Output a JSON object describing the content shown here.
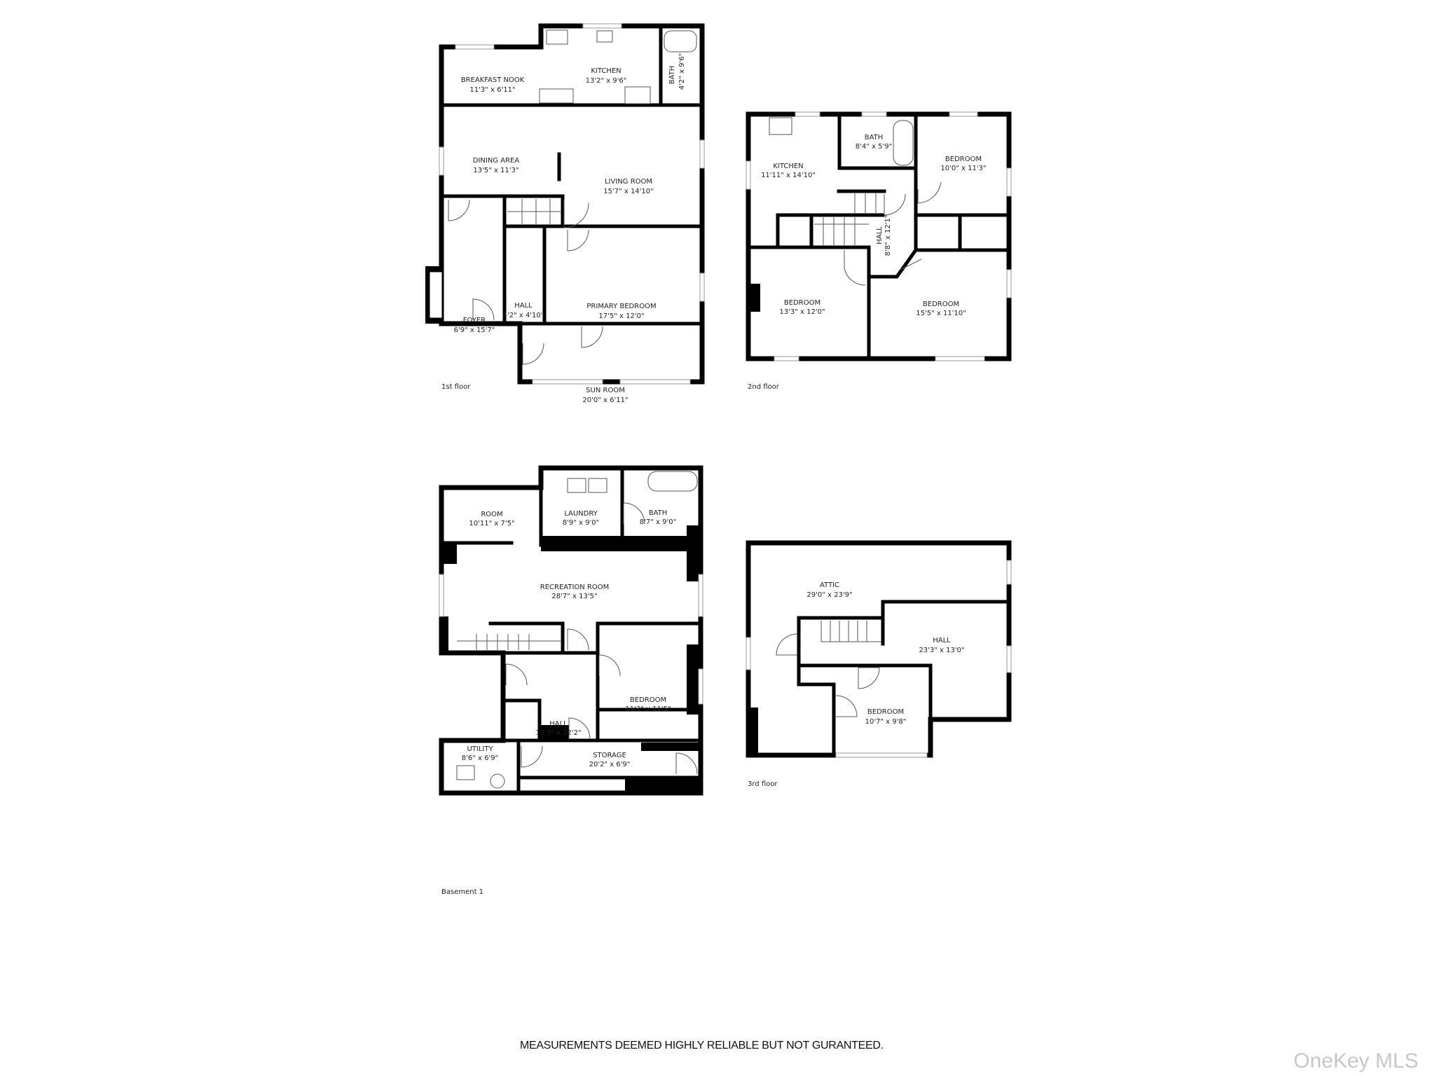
{
  "floors": [
    {
      "label": "1st floor",
      "rooms": [
        {
          "name": "BREAKFAST NOOK",
          "dims": "11'3\" x 6'11\""
        },
        {
          "name": "KITCHEN",
          "dims": "13'2\" x 9'6\""
        },
        {
          "name": "BATH",
          "dims": "4'2\" x 9'6\""
        },
        {
          "name": "DINING AREA",
          "dims": "13'5\" x 11'3\""
        },
        {
          "name": "LIVING ROOM",
          "dims": "15'7\" x 14'10\""
        },
        {
          "name": "FOYER",
          "dims": "6'9\" x 15'7\""
        },
        {
          "name": "HALL",
          "dims": "4'2\" x 4'10\""
        },
        {
          "name": "PRIMARY BEDROOM",
          "dims": "17'5\" x 12'0\""
        },
        {
          "name": "SUN ROOM",
          "dims": "20'0\" x 6'11\""
        }
      ]
    },
    {
      "label": "2nd floor",
      "rooms": [
        {
          "name": "KITCHEN",
          "dims": "11'11\" x 14'10\""
        },
        {
          "name": "BATH",
          "dims": "8'4\" x 5'9\""
        },
        {
          "name": "BEDROOM",
          "dims": "10'0\" x 11'3\""
        },
        {
          "name": "HALL",
          "dims": "8'8\" x 12'1\""
        },
        {
          "name": "BEDROOM",
          "dims": "13'3\" x 12'0\""
        },
        {
          "name": "BEDROOM",
          "dims": "15'5\" x 11'10\""
        }
      ]
    },
    {
      "label": "Basement 1",
      "rooms": [
        {
          "name": "ROOM",
          "dims": "10'11\" x 7'5\""
        },
        {
          "name": "LAUNDRY",
          "dims": "8'9\" x 9'0\""
        },
        {
          "name": "BATH",
          "dims": "8'7\" x 9'0\""
        },
        {
          "name": "RECREATION ROOM",
          "dims": "28'7\" x 13'5\""
        },
        {
          "name": "BEDROOM",
          "dims": "11'3\" x 11'5\""
        },
        {
          "name": "HALL",
          "dims": "10'3\" x 12'2\""
        },
        {
          "name": "UTILITY",
          "dims": "8'6\" x 6'9\""
        },
        {
          "name": "STORAGE",
          "dims": "20'2\" x 6'9\""
        }
      ]
    },
    {
      "label": "3rd floor",
      "rooms": [
        {
          "name": "ATTIC",
          "dims": "29'0\" x 23'9\""
        },
        {
          "name": "HALL",
          "dims": "23'3\" x 13'0\""
        },
        {
          "name": "BEDROOM",
          "dims": "10'7\" x 9'8\""
        }
      ]
    }
  ],
  "disclaimer": "MEASUREMENTS DEEMED HIGHLY RELIABLE BUT NOT GURANTEED.",
  "watermark": "OneKey MLS"
}
